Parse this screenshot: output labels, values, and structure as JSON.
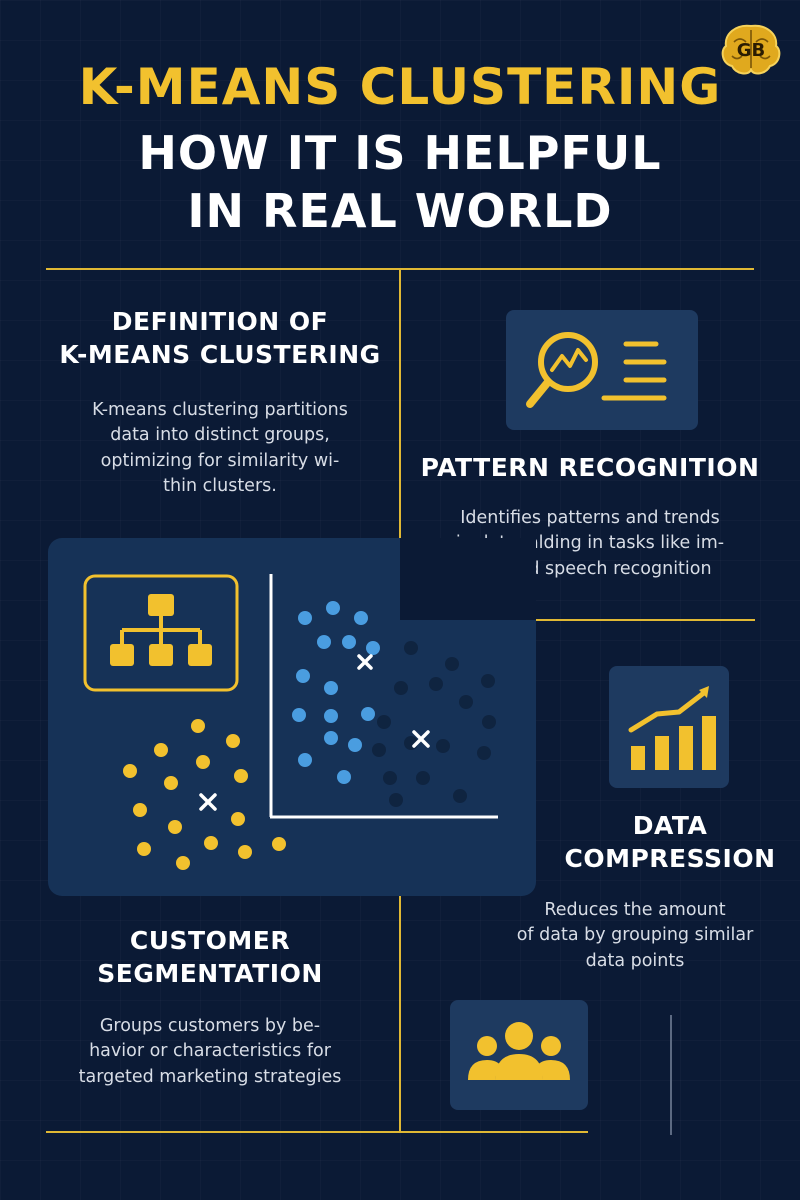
{
  "title": {
    "line1": "K-MEANS CLUSTERING",
    "line2": "HOW IT IS HELPFUL",
    "line3": "IN REAL WORLD"
  },
  "logo": {
    "icon": "brain-logo-icon",
    "text": "GB"
  },
  "sections": {
    "definition": {
      "heading_line1": "DEFINITION OF",
      "heading_line2": "K-MEANS CLUSTERING",
      "body": [
        "K-means clustering partitions",
        "data into distinct groups,",
        "optimizing for similarity wi-",
        "thin clusters."
      ]
    },
    "pattern": {
      "icon": "magnifier-chart-icon",
      "heading": "PATTERN RECOGNITION",
      "body": [
        "Identifies patterns and trends",
        "in data, alding in tasks like im-",
        "age and speech recognition"
      ]
    },
    "compression": {
      "icon": "growth-chart-icon",
      "heading_line1": "DATA",
      "heading_line2": "COMPRESSION",
      "body": [
        "Reduces the amount",
        "of data by grouping similar",
        "data points"
      ]
    },
    "segmentation": {
      "icon": "hierarchy-icon",
      "heading_line1": "CUSTOMER",
      "heading_line2": "SEGMENTATION",
      "body": [
        "Groups customers by be-",
        "havior or characteristics for",
        "targeted marketing strategies"
      ]
    },
    "users": {
      "icon": "users-group-icon"
    }
  },
  "colors": {
    "background": "#0b1a35",
    "accent_yellow": "#f2c12e",
    "cluster_blue": "#4a9de0",
    "cluster_dark": "#0f2440",
    "tile": "#1e3a60"
  }
}
